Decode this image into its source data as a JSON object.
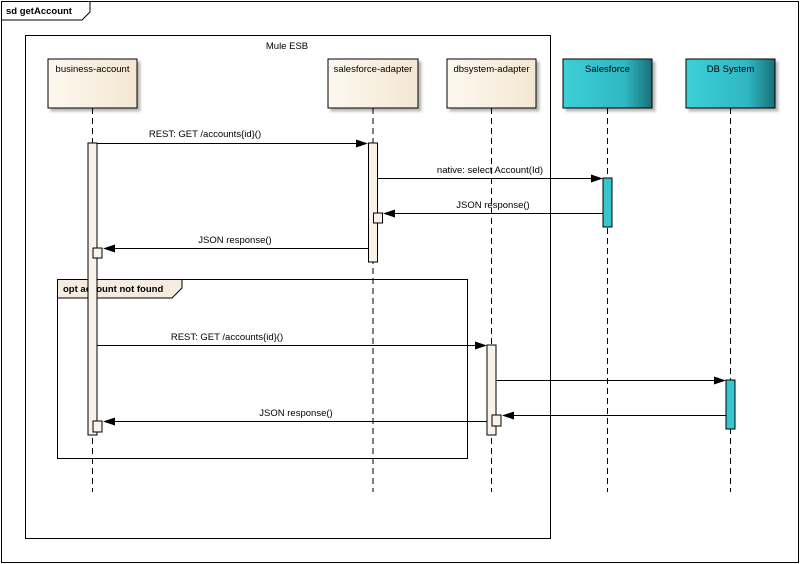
{
  "diagram": {
    "frame_label": "sd getAccount",
    "system_boundary_label": "Mule ESB",
    "fragment_label": "opt account not found",
    "lifelines": [
      {
        "id": "business",
        "name": "business-account",
        "style": "light"
      },
      {
        "id": "sf_adapter",
        "name": "salesforce-adapter",
        "style": "light"
      },
      {
        "id": "db_adapter",
        "name": "dbsystem-adapter",
        "style": "light"
      },
      {
        "id": "salesforce",
        "name": "Salesforce",
        "style": "cyan"
      },
      {
        "id": "dbsystem",
        "name": "DB System",
        "style": "cyan"
      }
    ],
    "messages": [
      {
        "from": "business",
        "to": "sf_adapter",
        "label": "REST: GET /accounts{id}()"
      },
      {
        "from": "sf_adapter",
        "to": "salesforce",
        "label": "native: select Account(Id)"
      },
      {
        "from": "salesforce",
        "to": "sf_adapter",
        "label": "JSON response()"
      },
      {
        "from": "sf_adapter",
        "to": "business",
        "label": "JSON response()"
      },
      {
        "from": "business",
        "to": "db_adapter",
        "label": "REST: GET /accounts{id}()"
      },
      {
        "from": "db_adapter",
        "to": "dbsystem",
        "label": ""
      },
      {
        "from": "dbsystem",
        "to": "db_adapter",
        "label": ""
      },
      {
        "from": "db_adapter",
        "to": "business",
        "label": "JSON response()"
      }
    ]
  },
  "colors": {
    "lifeline_light_fill": "#fbf4e6",
    "lifeline_cyan_fill": "#37c5cf",
    "activation_light_fill": "#f8f2ea",
    "activation_cyan_fill": "#37c5cf",
    "fragment_tab_fill": "#f3ecdf"
  }
}
